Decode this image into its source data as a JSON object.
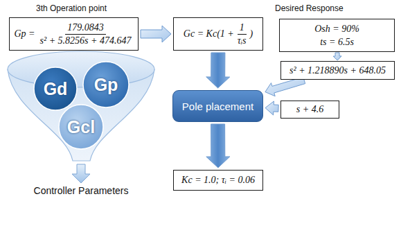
{
  "diagram": {
    "nodes": [
      {
        "text": [
          "Gp =",
          "179.0843",
          "s² + 5.8256s + 474.647"
        ]
      },
      {
        "text": [
          "Gc = Kc(1 +",
          "1",
          "τᵢs",
          ")"
        ]
      },
      {
        "text": [
          "Osh = 90%",
          "ts = 6.5s"
        ]
      },
      {
        "text": [
          "s² + 1.218890s + 648.05"
        ]
      },
      {
        "text": [
          "Gd"
        ]
      },
      {
        "text": [
          "Gp"
        ]
      },
      {
        "text": [
          "Gcl"
        ]
      },
      {
        "text": [
          "Pole placement"
        ]
      },
      {
        "text": [
          "s + 4.6"
        ]
      },
      {
        "text": [
          "Kc = 1.0; τᵢ = 0.06"
        ]
      }
    ],
    "edges": [
      {
        "from": 0,
        "to": 1,
        "arrow": "to"
      },
      {
        "from": 1,
        "to": 7,
        "arrow": "to"
      },
      {
        "from": 2,
        "to": 3,
        "arrow": "to"
      },
      {
        "from": 3,
        "to": 7,
        "arrow": "to"
      },
      {
        "from": 8,
        "to": 7,
        "arrow": "to"
      },
      {
        "from": 7,
        "to": 9,
        "arrow": "to"
      }
    ],
    "labels": [
      "3th Operation point",
      "Desired Response",
      "Controller Parameters"
    ]
  }
}
